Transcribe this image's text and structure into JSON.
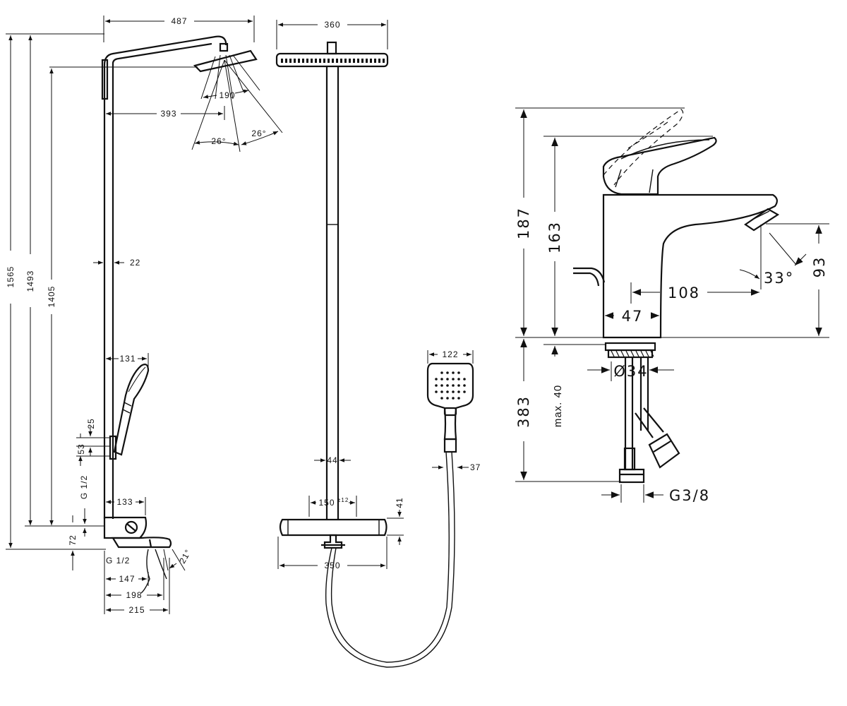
{
  "shower": {
    "overall_width": "487",
    "head_spread": "190",
    "arm_reach": "393",
    "angle_left": "26°",
    "angle_right": "26°",
    "rail_diameter": "22",
    "height_total": "1565",
    "height_outlet": "1493",
    "height_head": "1405",
    "handshower_reach": "131",
    "holder_25": "25",
    "holder_53": "53",
    "thread_upper": "G 1/2",
    "thermostat_depth": "133",
    "dim_72": "72",
    "thread_lower": "G 1/2",
    "spout_angle": "21°",
    "spout_147": "147",
    "spout_198": "198",
    "spout_215": "215"
  },
  "front": {
    "head_width": "360",
    "rail_width": "44",
    "centres": "150",
    "centres_tol": "±12",
    "thermostat_height": "41",
    "thermostat_width": "350",
    "handshower_width": "122",
    "handle_width": "37"
  },
  "mixer": {
    "height_max": "187",
    "height_body": "163",
    "spout_height": "93",
    "spout_angle": "33°",
    "projection": "108",
    "base_width": "47",
    "hole_diameter": "Ø34",
    "deck_thickness": "max. 40",
    "hose_length": "383",
    "connection": "G3/8"
  }
}
